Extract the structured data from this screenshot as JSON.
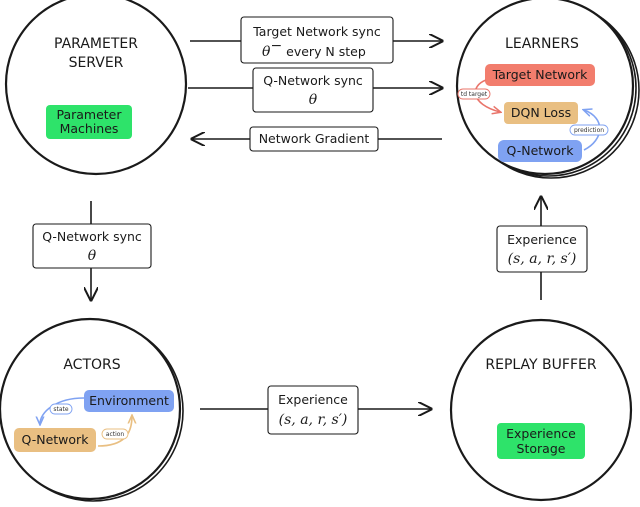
{
  "nodes": {
    "parameter_server": {
      "title_line1": "PARAMETER",
      "title_line2": "SERVER",
      "inner": [
        "Parameter",
        "Machines"
      ]
    },
    "learners": {
      "title": "LEARNERS",
      "target_network": "Target Network",
      "dqn_loss": "DQN Loss",
      "q_network": "Q-Network",
      "td_target": "td target",
      "prediction": "prediction"
    },
    "actors": {
      "title": "ACTORS",
      "environment": "Environment",
      "q_network": "Q-Network",
      "state": "state",
      "action": "action"
    },
    "replay_buffer": {
      "title": "REPLAY BUFFER",
      "inner": [
        "Experience",
        "Storage"
      ]
    }
  },
  "edges": {
    "target_sync": {
      "line1": "Target Network sync",
      "theta": "θ",
      "sup": "−",
      "rest": " every N step"
    },
    "q_sync_top": {
      "line1": "Q-Network sync",
      "theta": "θ"
    },
    "gradient": {
      "line1": "Network Gradient"
    },
    "q_sync_left": {
      "line1": "Q-Network sync",
      "theta": "θ"
    },
    "experience_right": {
      "line1": "Experience",
      "tuple": "(s, a, r, s′)"
    },
    "experience_bottom": {
      "line1": "Experience",
      "tuple": "(s, a, r, s′)"
    }
  },
  "colors": {
    "green": "#2ee36a",
    "salmon": "#f27d6d",
    "tan": "#e9bf82",
    "blue": "#7fa2f2"
  }
}
